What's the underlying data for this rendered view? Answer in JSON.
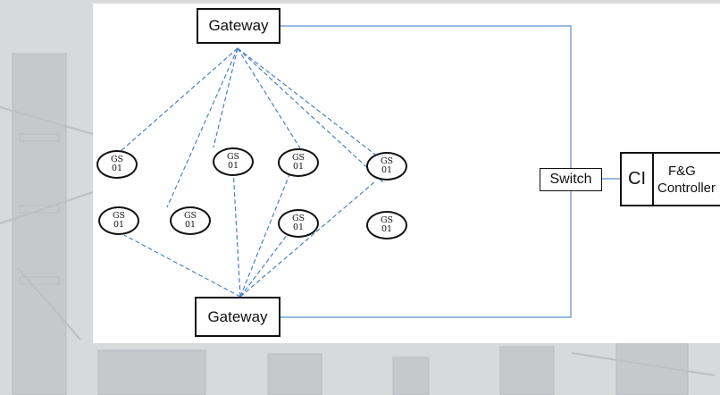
{
  "gateway_top": "Gateway",
  "gateway_bottom": "Gateway",
  "switch": "Switch",
  "ci": "CI",
  "controller": {
    "line1": "F&G",
    "line2": "Controller"
  },
  "node_label": {
    "line1": "GS",
    "line2": "01"
  },
  "colors": {
    "wire": "#5b8fcf",
    "wireless_link": "#4a7fc8",
    "outline": "#111111",
    "background_photo": "#d9dbdd"
  }
}
